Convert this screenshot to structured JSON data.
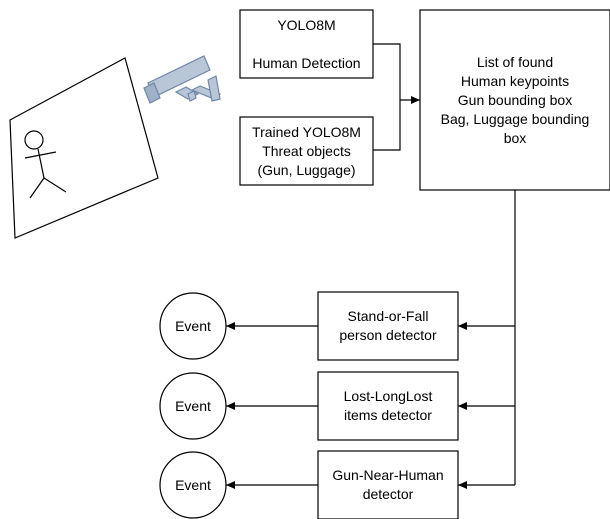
{
  "boxes": {
    "yolo_human": "YOLO8M\n\nHuman Detection",
    "yolo_threat": "Trained YOLO8M\nThreat objects\n(Gun, Luggage)",
    "found_list": "List of found\nHuman keypoints\nGun bounding box\nBag, Luggage bounding\nbox",
    "stand_fall": "Stand-or-Fall\nperson detector",
    "lost_items": "Lost-LongLost\nitems detector",
    "gun_near_human": "Gun-Near-Human\ndetector"
  },
  "events": [
    "Event",
    "Event",
    "Event"
  ],
  "icons": {
    "camera": "security-camera-icon",
    "person": "stick-figure-icon"
  },
  "colors": {
    "stroke": "#000000",
    "camera_body": "#b8c6d8",
    "camera_stroke": "#6f87a8"
  }
}
